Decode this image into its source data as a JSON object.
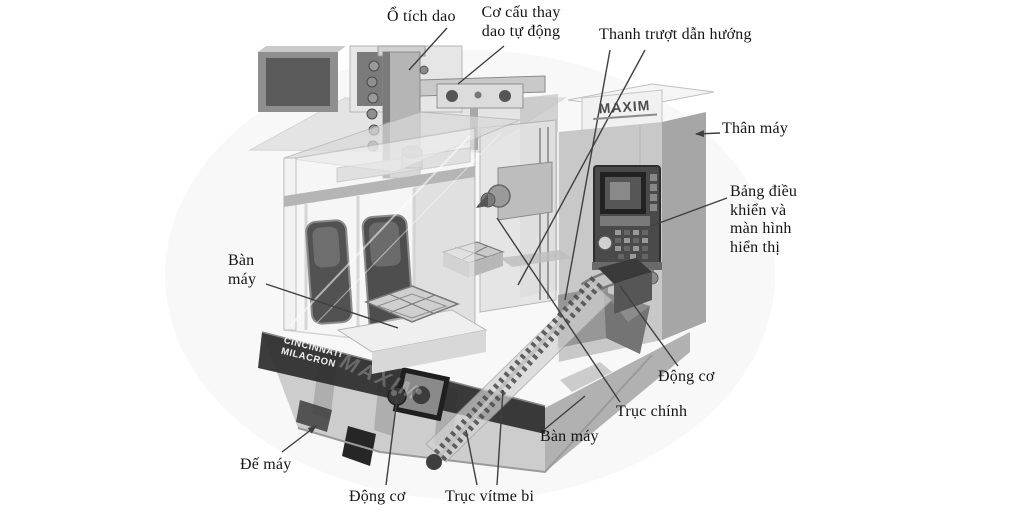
{
  "figure": {
    "description": "Cutaway illustration of a CNC horizontal machining center with Vietnamese part labels",
    "brand": {
      "cap_logo": "MAXIM",
      "band_logo": "CINCINNATI\nMILACRON",
      "ghost_logo": "MAXIM"
    },
    "labels": {
      "tool_magazine": {
        "text": "Ổ tích dao"
      },
      "tool_changer": {
        "text": "Cơ cấu thay\ndao tự động"
      },
      "guide_rails": {
        "text": "Thanh trượt dẫn hướng"
      },
      "machine_body": {
        "text": "Thân máy"
      },
      "control_panel": {
        "text": "Bảng điều\nkhiển và\nmàn hình\nhiển thị"
      },
      "table_left": {
        "text": "Bàn\nmáy"
      },
      "base": {
        "text": "Đế máy"
      },
      "motor_bottom": {
        "text": "Động cơ"
      },
      "ball_screw": {
        "text": "Trục vítme bi"
      },
      "table_right": {
        "text": "Bàn máy"
      },
      "spindle": {
        "text": "Trục chính"
      },
      "motor_right": {
        "text": "Động cơ"
      }
    },
    "colors": {
      "background": "#ffffff",
      "label_text": "#141414",
      "leader_line": "#3f3f3f",
      "dark_band": "#2b2b2b"
    }
  }
}
